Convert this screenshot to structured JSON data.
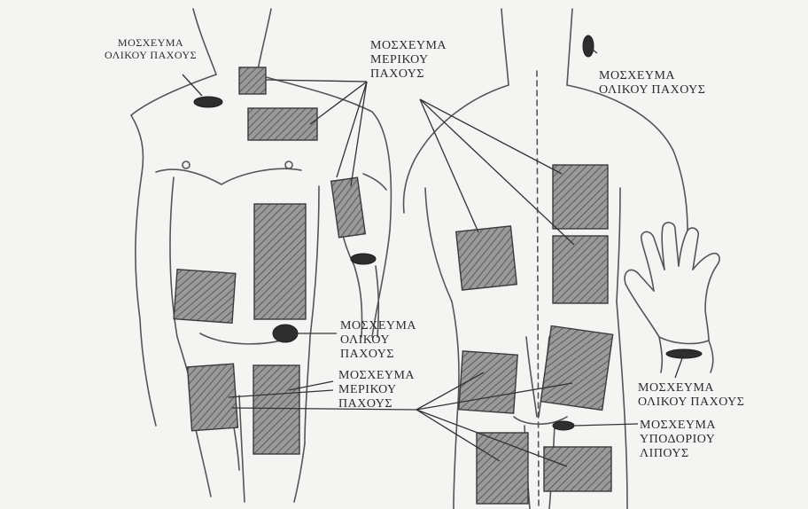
{
  "labels": {
    "full_thickness_neck_left": [
      "ΜΟΣΧΕΥΜΑ",
      "ΟΛΙΚΟΥ ΠΑΧΟΥΣ"
    ],
    "partial_thickness_top": [
      "ΜΟΣΧΕΥΜΑ",
      "ΜΕΡΙΚΟΥ",
      "ΠΑΧΟΥΣ"
    ],
    "full_thickness_neck_right": [
      "ΜΟΣΧΕΥΜΑ",
      "ΟΛΙΚΟΥ ΠΑΧΟΥΣ"
    ],
    "full_thickness_groin": [
      "ΜΟΣΧΕΥΜΑ",
      "ΟΛΙΚΟΥ",
      "ΠΑΧΟΥΣ"
    ],
    "partial_thickness_thigh": [
      "ΜΟΣΧΕΥΜΑ",
      "ΜΕΡΙΚΟΥ",
      "ΠΑΧΟΥΣ"
    ],
    "full_thickness_wrist": [
      "ΜΟΣΧΕΥΜΑ",
      "ΟΛΙΚΟΥ ΠΑΧΟΥΣ"
    ],
    "subcutaneous_fat_graft": [
      "ΜΟΣΧΕΥΜΑ",
      "ΥΠΟΔΟΡΙΟΥ",
      "ΛΙΠΟΥΣ"
    ]
  },
  "colors": {
    "background": "#f4f4f2",
    "outline": "#555555",
    "graft_fill": "#8f8f8f",
    "graft_hatch": "#5e5e5e",
    "full_thickness_fill": "#2e2e2e"
  }
}
